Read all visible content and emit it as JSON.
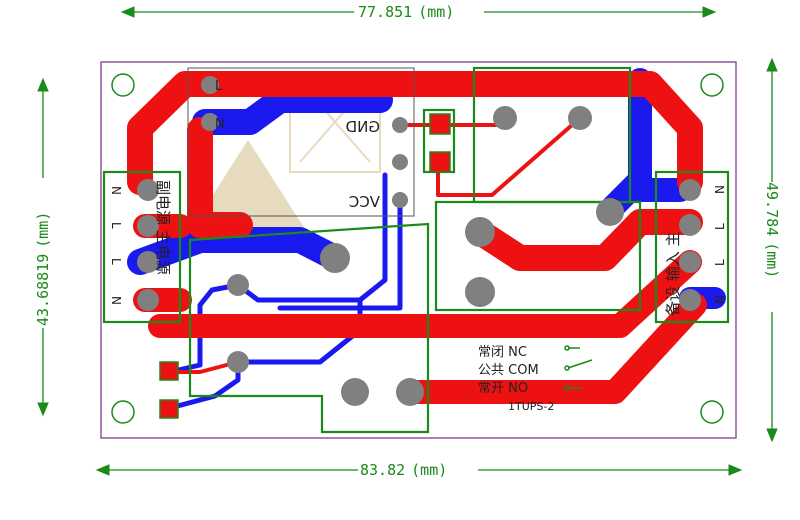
{
  "dimensions": {
    "top": "77.851",
    "bottom": "83.82",
    "left": "43.68819",
    "right": "49.784",
    "unit": "(mm)"
  },
  "silkscreen": {
    "gnd": "GND",
    "vcc": "VCC",
    "relay_model": "1TUPS-2",
    "left_terminal_text": "副电源 主电源",
    "right_terminal_text": "备设 输入 主",
    "contact_nc": "常闭 NC",
    "contact_com": "公共 COM",
    "contact_no": "常开 NO",
    "pin_labels_left": [
      "N",
      "L",
      "L",
      "N"
    ],
    "pin_labels_right": [
      "N",
      "L",
      "L",
      "N"
    ],
    "pin_labels_top": [
      "L",
      "N"
    ]
  },
  "colors": {
    "dimension": "#1a8a1a",
    "board_outline": "#7a2a8a",
    "top_copper": "#ee1111",
    "bottom_copper": "#1a1aee",
    "pad": "#808080",
    "silkscreen": "#1a8a1a",
    "watermark": "#c8b070"
  }
}
